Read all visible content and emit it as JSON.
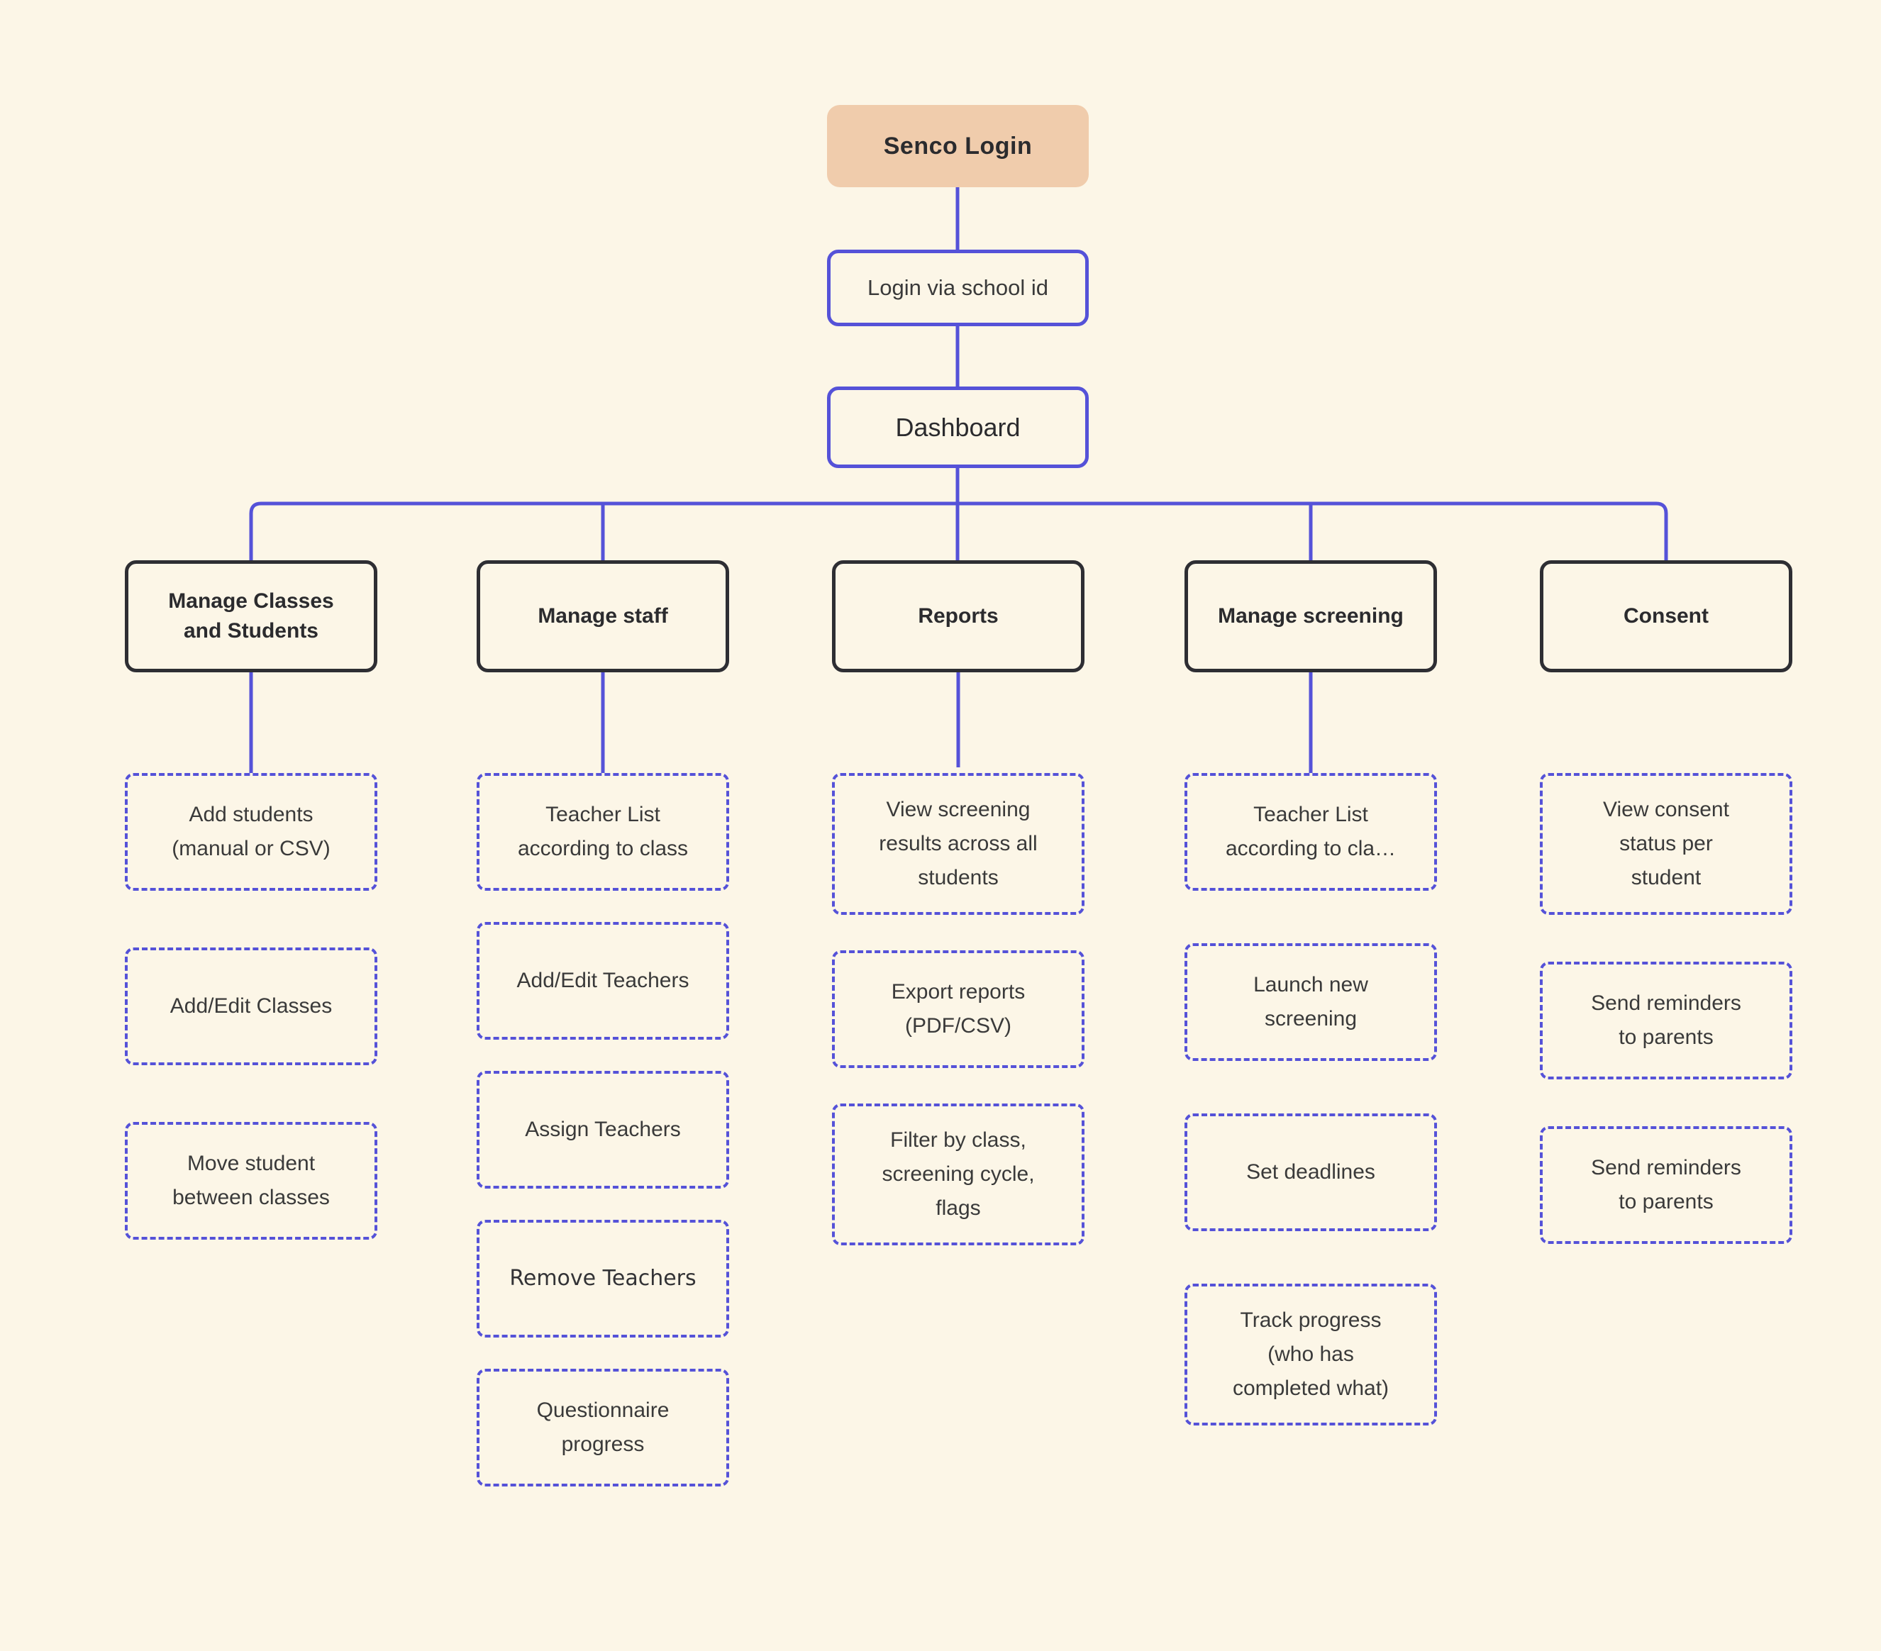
{
  "diagram": {
    "root": {
      "label": "Senco Login"
    },
    "login": {
      "label": "Login via school id"
    },
    "dashboard": {
      "label": "Dashboard"
    },
    "columns": [
      {
        "label": "Manage Classes\nand Students",
        "items": [
          {
            "label": "Add students\n(manual or CSV)"
          },
          {
            "label": "Add/Edit Classes"
          },
          {
            "label": "Move student\nbetween classes"
          }
        ]
      },
      {
        "label": "Manage staff",
        "items": [
          {
            "label": "Teacher List\naccording to class"
          },
          {
            "label": "Add/Edit Teachers"
          },
          {
            "label": "Assign Teachers"
          },
          {
            "label": "Remove Teachers"
          },
          {
            "label": "Questionnaire\nprogress"
          }
        ]
      },
      {
        "label": "Reports",
        "items": [
          {
            "label": "View screening\nresults across all\nstudents"
          },
          {
            "label": "Export reports\n(PDF/CSV)"
          },
          {
            "label": "Filter by class,\nscreening cycle,\nflags"
          }
        ]
      },
      {
        "label": "Manage screening",
        "items": [
          {
            "label": "Teacher List\naccording to cla…"
          },
          {
            "label": "Launch new\nscreening"
          },
          {
            "label": "Set deadlines"
          },
          {
            "label": "Track progress\n(who has\ncompleted what)"
          }
        ]
      },
      {
        "label": "Consent",
        "items": [
          {
            "label": "View consent\nstatus per\nstudent"
          },
          {
            "label": "Send reminders\nto parents"
          },
          {
            "label": "Send reminders\nto parents"
          }
        ]
      }
    ]
  },
  "colors": {
    "background": "#FCF6E7",
    "connector_blue": "#5552D8",
    "root_fill_peach": "#F0CCAC",
    "category_border_dark": "#2E2E33",
    "text": "#3A3A3A"
  }
}
